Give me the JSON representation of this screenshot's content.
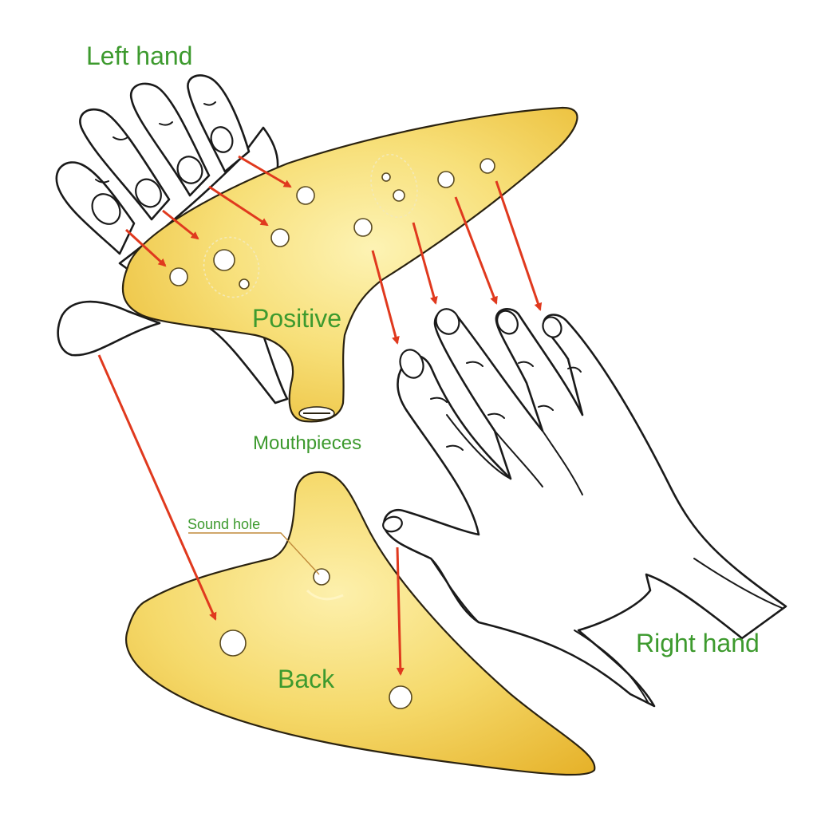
{
  "labels": {
    "left_hand": "Left hand",
    "positive": "Positive",
    "mouthpieces": "Mouthpieces",
    "sound_hole": "Sound hole",
    "back": "Back",
    "right_hand": "Right hand"
  },
  "colors": {
    "label_green": "#3d9a2e",
    "arrow_red": "#e0391e",
    "ocarina_gold": "#f2cf4a"
  }
}
